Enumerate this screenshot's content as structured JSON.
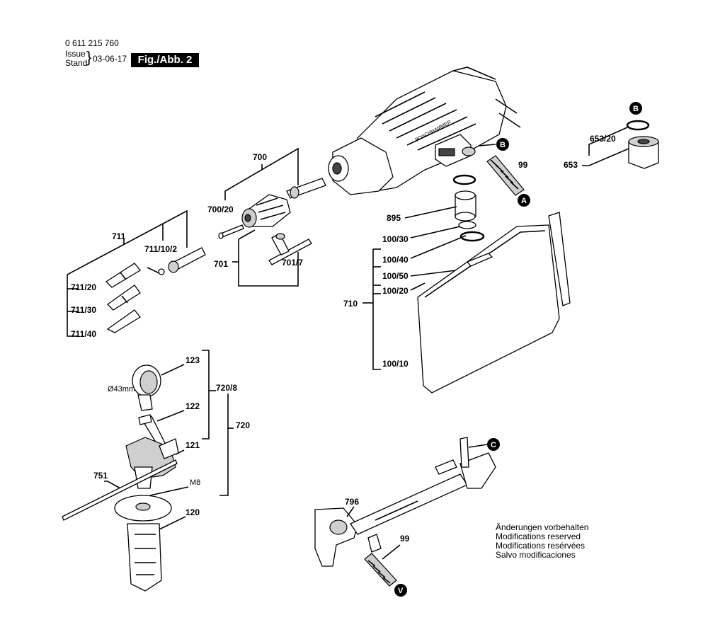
{
  "header": {
    "part_number": "0 611 215 760",
    "issue_label": "Issue",
    "stand_label": "Stand",
    "date": "03-06-17",
    "figure": "Fig./Abb. 2"
  },
  "labels": {
    "l700": "700",
    "l700_20": "700/20",
    "l701": "701",
    "l701_7": "701/7",
    "l711": "711",
    "l711_10_2": "711/10/2",
    "l711_20": "711/20",
    "l711_30": "711/30",
    "l711_40": "711/40",
    "l99a": "99",
    "l895": "895",
    "l100_30": "100/30",
    "l100_40": "100/40",
    "l100_50": "100/50",
    "l100_20": "100/20",
    "l710": "710",
    "l100_10": "100/10",
    "l653_20": "653/20",
    "l653": "653",
    "l123": "123",
    "l122": "122",
    "l121": "121",
    "l720_8": "720/8",
    "l720": "720",
    "l751": "751",
    "l120": "120",
    "lM8": "M8",
    "dia43": "Ø43mm",
    "l796": "796",
    "l99b": "99"
  },
  "markers": {
    "A": "A",
    "B1": "B",
    "B2": "B",
    "C": "C",
    "V": "V"
  },
  "brand_text": "BOSCHHAMMER",
  "notes": [
    "Änderungen vorbehalten",
    "Modifications reserved",
    "Modifications resérvées",
    "Salvo modificaciones"
  ]
}
